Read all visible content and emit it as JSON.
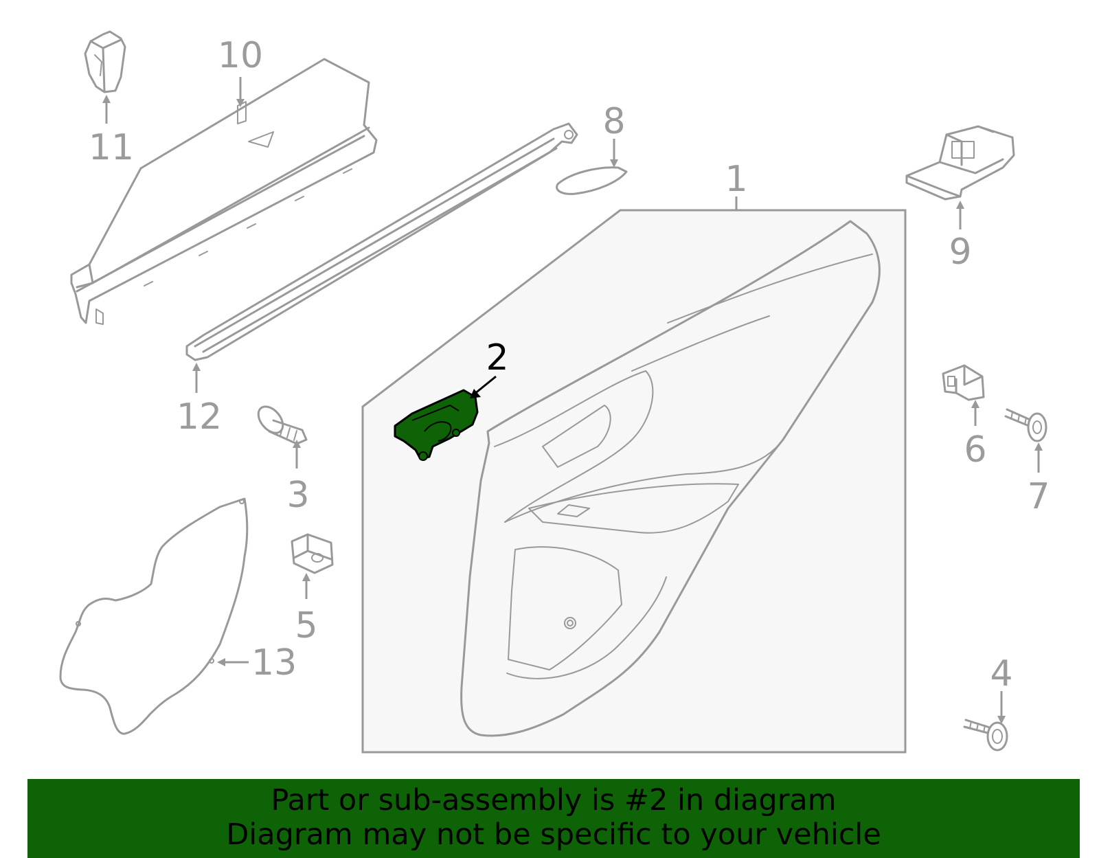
{
  "callouts": {
    "c1": "1",
    "c2": "2",
    "c3": "3",
    "c4": "4",
    "c5": "5",
    "c6": "6",
    "c7": "7",
    "c8": "8",
    "c9": "9",
    "c10": "10",
    "c11": "11",
    "c12": "12",
    "c13": "13"
  },
  "highlighted_part": "2",
  "colors": {
    "highlight": "#0e6307",
    "part_stroke": "#999999",
    "panel_background": "#f7f7f7",
    "banner_background": "#0e6307"
  },
  "banner": {
    "line1": "Part or sub-assembly is #2 in diagram",
    "line2": "Diagram may not be specific to your vehicle"
  }
}
